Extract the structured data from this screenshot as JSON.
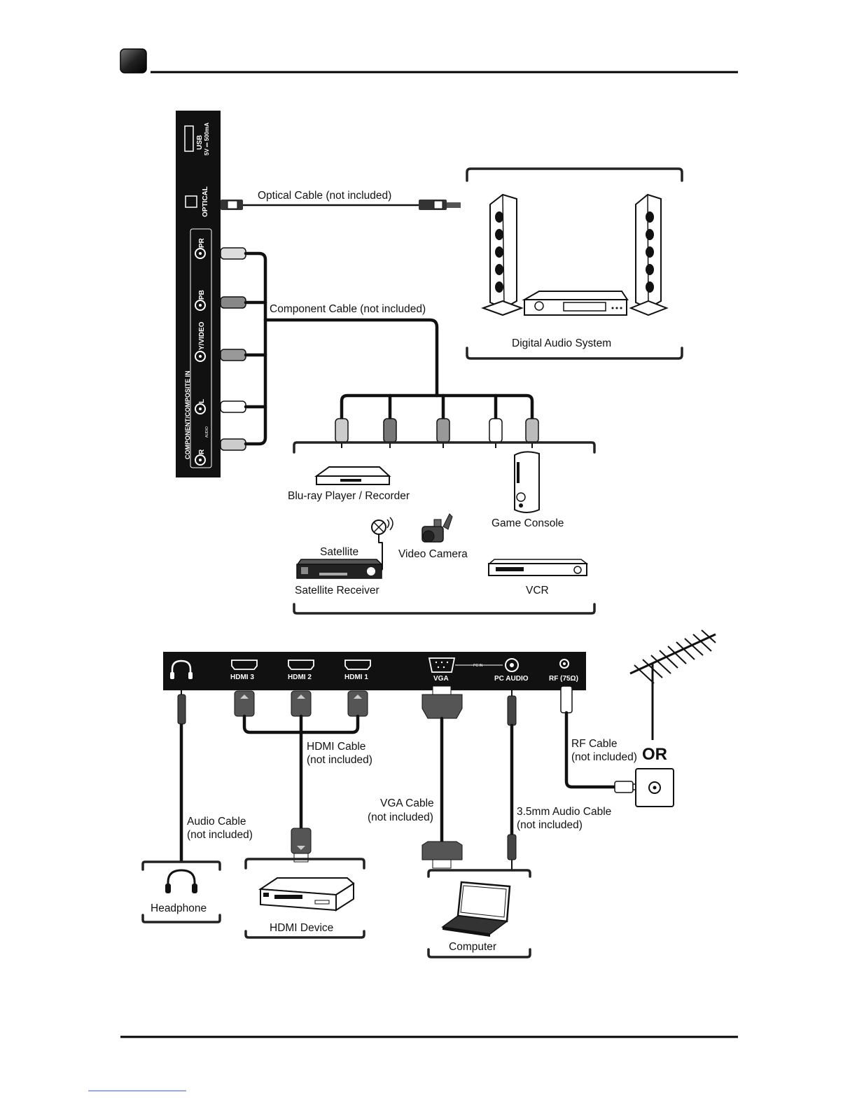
{
  "side_panel": {
    "usb": "USB",
    "usb_rating": "5V ⎓ 500mA",
    "optical": "OPTICAL",
    "pr": "PR",
    "pb": "PB",
    "y_video": "Y/VIDEO",
    "l": "L",
    "r": "R",
    "group": "COMPONENT/COMPOSITE IN",
    "audio_small": "AUDIO"
  },
  "labels": {
    "optical_cable": "Optical Cable (not included)",
    "component_cable": "Component Cable (not included)",
    "digital_audio_system": "Digital Audio System",
    "bluray": "Blu-ray Player / Recorder",
    "game_console": "Game Console",
    "satellite": "Satellite",
    "video_camera": "Video Camera",
    "satellite_receiver": "Satellite Receiver",
    "vcr": "VCR"
  },
  "bottom_panel": {
    "hdmi3": "HDMI 3",
    "hdmi2": "HDMI 2",
    "hdmi1": "HDMI 1",
    "vga": "VGA",
    "pc_in": "PC IN",
    "pc_audio": "PC  AUDIO",
    "rf": "RF (75Ω)"
  },
  "bottom_labels": {
    "hdmi_cable_1": "HDMI Cable",
    "hdmi_cable_2": "(not included)",
    "rf_cable_1": "RF Cable",
    "rf_cable_2": "(not included)",
    "or": "OR",
    "vga_cable_1": "VGA Cable",
    "vga_cable_2": "(not included)",
    "audio35_1": "3.5mm Audio Cable",
    "audio35_2": "(not included)",
    "audio_cable_1": "Audio Cable",
    "audio_cable_2": "(not included)",
    "headphone": "Headphone",
    "hdmi_device": "HDMI Device",
    "computer": "Computer"
  }
}
